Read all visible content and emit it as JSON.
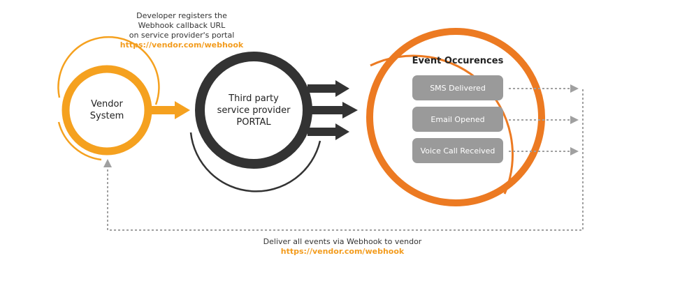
{
  "colors": {
    "vendor": "#f5a11f",
    "portal": "#333333",
    "events": "#ec7a22",
    "url": "#f39c1e",
    "event_box": "#9a9a9a",
    "dotted": "#a0a0a0"
  },
  "top_note": {
    "line1": "Developer registers the",
    "line2": "Webhook callback URL",
    "line3": "on service provider's portal",
    "url": "https://vendor.com/webhook"
  },
  "vendor": {
    "line1": "Vendor",
    "line2": "System"
  },
  "portal": {
    "line1": "Third party",
    "line2": "service provider",
    "line3": "PORTAL"
  },
  "events": {
    "title": "Event Occurences",
    "items": [
      {
        "label": "SMS Delivered"
      },
      {
        "label": "Email Opened"
      },
      {
        "label": "Voice Call Received"
      }
    ]
  },
  "bottom_note": {
    "line1": "Deliver all events via Webhook to vendor",
    "url": "https://vendor.com/webhook"
  }
}
